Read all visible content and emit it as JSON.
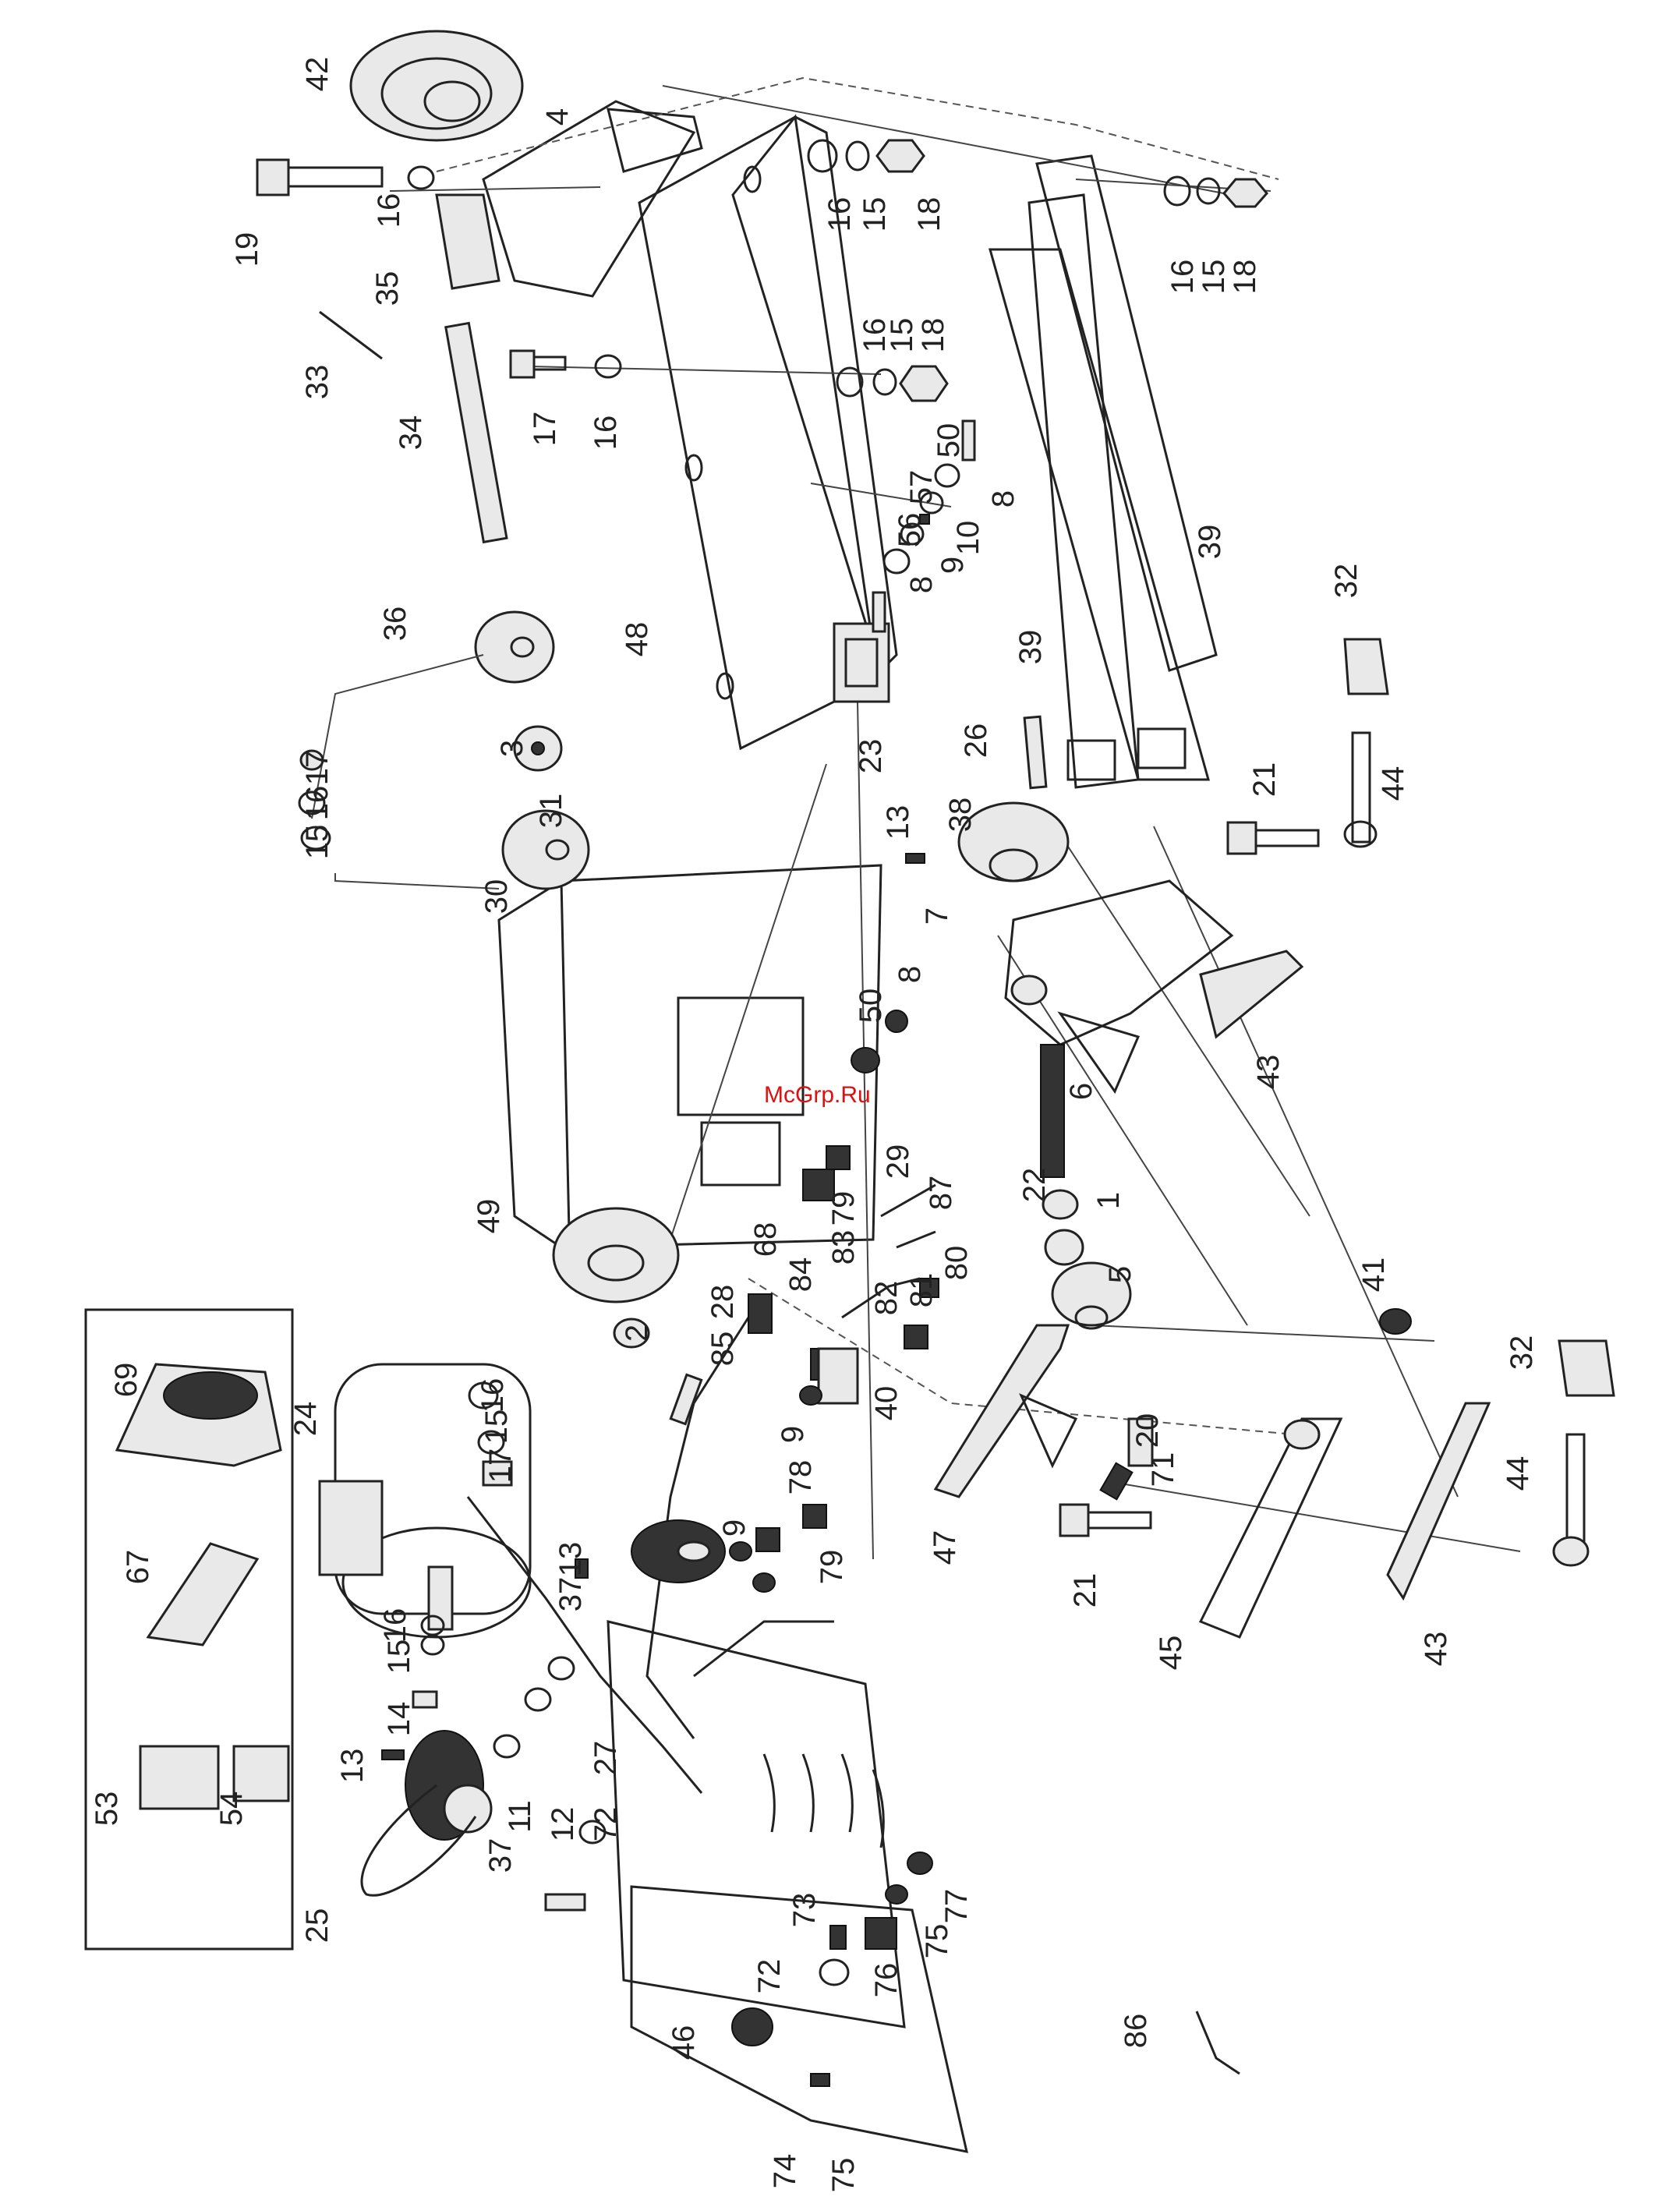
{
  "watermark": "McGrp.Ru",
  "labels": [
    {
      "id": "l42a",
      "text": "42"
    },
    {
      "id": "l4",
      "text": "4"
    },
    {
      "id": "l19",
      "text": "19"
    },
    {
      "id": "l16a",
      "text": "16"
    },
    {
      "id": "l35",
      "text": "35"
    },
    {
      "id": "l16b",
      "text": "16"
    },
    {
      "id": "l15a",
      "text": "15"
    },
    {
      "id": "l18a",
      "text": "18"
    },
    {
      "id": "l16c",
      "text": "16"
    },
    {
      "id": "l15b",
      "text": "15"
    },
    {
      "id": "l18b",
      "text": "18"
    },
    {
      "id": "l33",
      "text": "33"
    },
    {
      "id": "l34",
      "text": "34"
    },
    {
      "id": "l17a",
      "text": "17"
    },
    {
      "id": "l16d",
      "text": "16"
    },
    {
      "id": "l16e",
      "text": "16"
    },
    {
      "id": "l15c",
      "text": "15"
    },
    {
      "id": "l18c",
      "text": "18"
    },
    {
      "id": "l50a",
      "text": "50"
    },
    {
      "id": "l57",
      "text": "57"
    },
    {
      "id": "l56",
      "text": "56"
    },
    {
      "id": "l8a",
      "text": "8"
    },
    {
      "id": "l10",
      "text": "10"
    },
    {
      "id": "l9a",
      "text": "9"
    },
    {
      "id": "l8b",
      "text": "8"
    },
    {
      "id": "l39a",
      "text": "39"
    },
    {
      "id": "l39b",
      "text": "39"
    },
    {
      "id": "l48",
      "text": "48"
    },
    {
      "id": "l36",
      "text": "36"
    },
    {
      "id": "l3",
      "text": "3"
    },
    {
      "id": "l17b",
      "text": "17"
    },
    {
      "id": "l16f",
      "text": "16"
    },
    {
      "id": "l15d",
      "text": "15"
    },
    {
      "id": "l31",
      "text": "31"
    },
    {
      "id": "l23",
      "text": "23"
    },
    {
      "id": "l26",
      "text": "26"
    },
    {
      "id": "l32a",
      "text": "32"
    },
    {
      "id": "l13a",
      "text": "13"
    },
    {
      "id": "l38",
      "text": "38"
    },
    {
      "id": "l21a",
      "text": "21"
    },
    {
      "id": "l44a",
      "text": "44"
    },
    {
      "id": "l30",
      "text": "30"
    },
    {
      "id": "l7",
      "text": "7"
    },
    {
      "id": "l43a",
      "text": "43"
    },
    {
      "id": "l50b",
      "text": "50"
    },
    {
      "id": "l8c",
      "text": "8"
    },
    {
      "id": "l6",
      "text": "6"
    },
    {
      "id": "l29",
      "text": "29"
    },
    {
      "id": "l22",
      "text": "22"
    },
    {
      "id": "l1",
      "text": "1"
    },
    {
      "id": "l87",
      "text": "87"
    },
    {
      "id": "l79a",
      "text": "79"
    },
    {
      "id": "l68",
      "text": "68"
    },
    {
      "id": "l83",
      "text": "83"
    },
    {
      "id": "l49",
      "text": "49"
    },
    {
      "id": "l84",
      "text": "84"
    },
    {
      "id": "l80",
      "text": "80"
    },
    {
      "id": "l81",
      "text": "81"
    },
    {
      "id": "l82",
      "text": "82"
    },
    {
      "id": "l5",
      "text": "5"
    },
    {
      "id": "l28",
      "text": "28"
    },
    {
      "id": "l85",
      "text": "85"
    },
    {
      "id": "l2",
      "text": "2"
    },
    {
      "id": "l9b",
      "text": "9"
    },
    {
      "id": "l40",
      "text": "40"
    },
    {
      "id": "l41",
      "text": "41"
    },
    {
      "id": "l69",
      "text": "69"
    },
    {
      "id": "l24",
      "text": "24"
    },
    {
      "id": "l16g",
      "text": "16"
    },
    {
      "id": "l15e",
      "text": "15"
    },
    {
      "id": "l17c",
      "text": "17"
    },
    {
      "id": "l20",
      "text": "20"
    },
    {
      "id": "l71",
      "text": "71"
    },
    {
      "id": "l47",
      "text": "47"
    },
    {
      "id": "l67",
      "text": "67"
    },
    {
      "id": "l78",
      "text": "78"
    },
    {
      "id": "l9c",
      "text": "9"
    },
    {
      "id": "l79b",
      "text": "79"
    },
    {
      "id": "l21b",
      "text": "21"
    },
    {
      "id": "l13b",
      "text": "13"
    },
    {
      "id": "l37a",
      "text": "37"
    },
    {
      "id": "l32b",
      "text": "32"
    },
    {
      "id": "l44b",
      "text": "44"
    },
    {
      "id": "l16h",
      "text": "16"
    },
    {
      "id": "l15f",
      "text": "15"
    },
    {
      "id": "l14",
      "text": "14"
    },
    {
      "id": "l53",
      "text": "53"
    },
    {
      "id": "l54",
      "text": "54"
    },
    {
      "id": "l45",
      "text": "45"
    },
    {
      "id": "l43b",
      "text": "43"
    },
    {
      "id": "l13c",
      "text": "13"
    },
    {
      "id": "l27",
      "text": "27"
    },
    {
      "id": "l72a",
      "text": "72"
    },
    {
      "id": "l12",
      "text": "12"
    },
    {
      "id": "l11",
      "text": "11"
    },
    {
      "id": "l37b",
      "text": "37"
    },
    {
      "id": "l25",
      "text": "25"
    },
    {
      "id": "l86",
      "text": "86"
    },
    {
      "id": "l73",
      "text": "73"
    },
    {
      "id": "l72b",
      "text": "72"
    },
    {
      "id": "l77",
      "text": "77"
    },
    {
      "id": "l75a",
      "text": "75"
    },
    {
      "id": "l76",
      "text": "76"
    },
    {
      "id": "l46",
      "text": "46"
    },
    {
      "id": "l74",
      "text": "74"
    },
    {
      "id": "l75b",
      "text": "75"
    }
  ]
}
